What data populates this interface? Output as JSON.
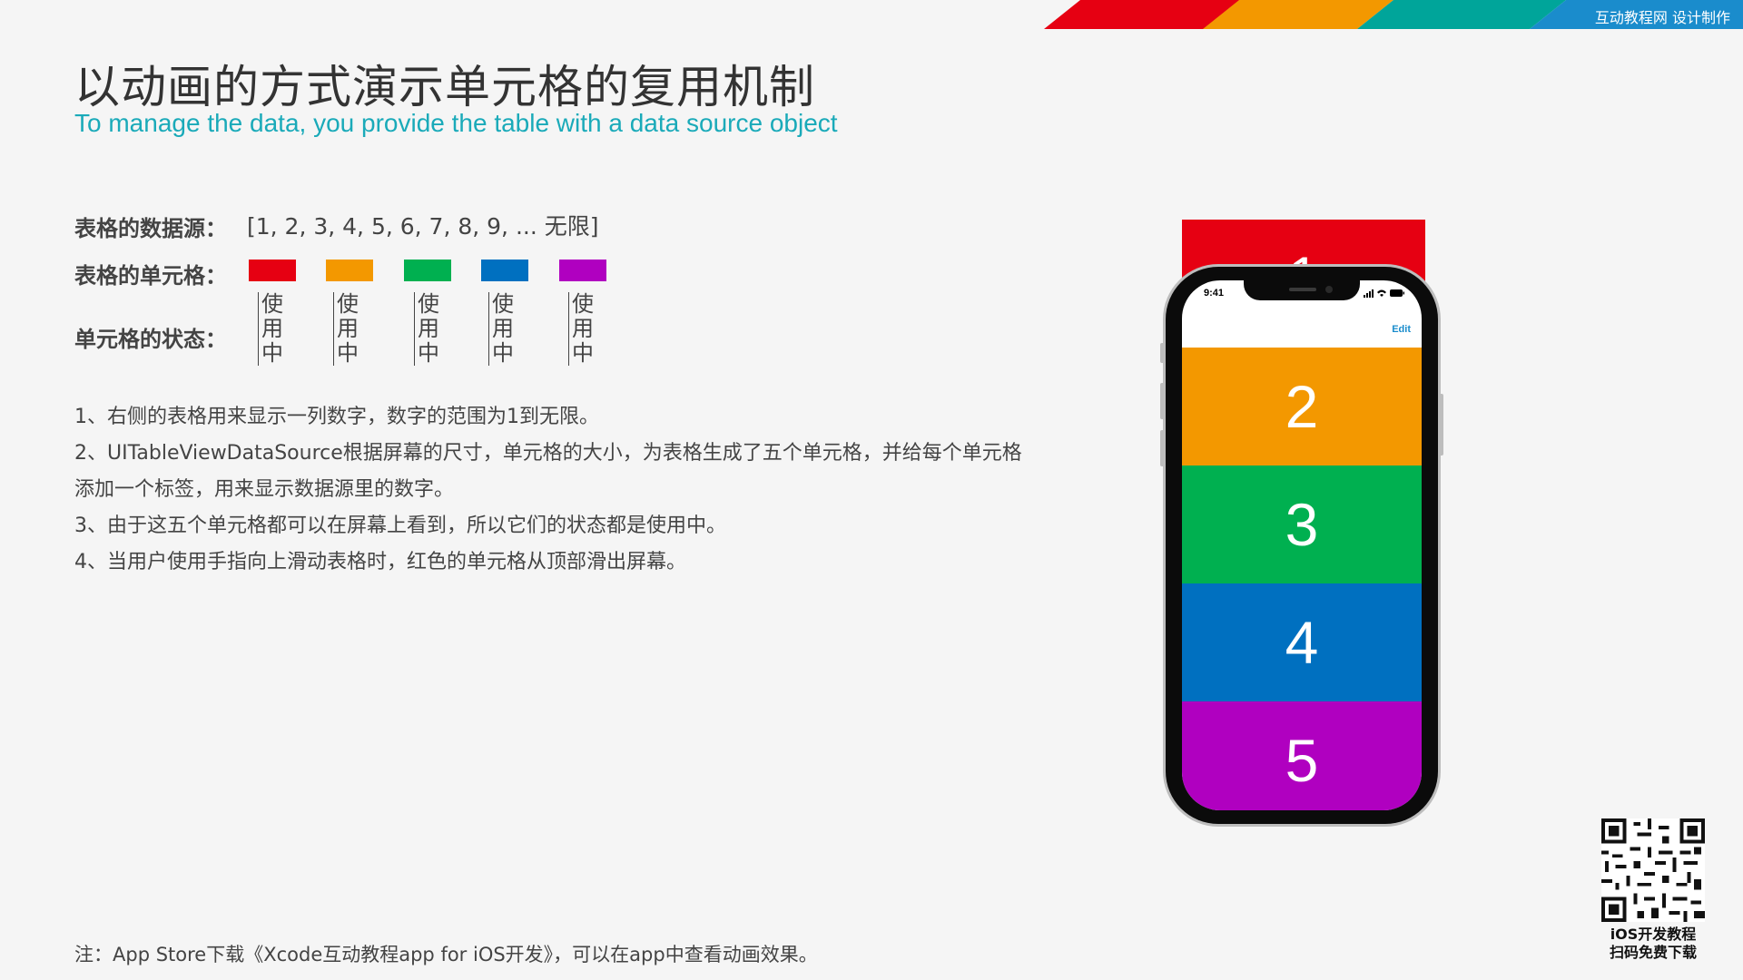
{
  "header": {
    "brand_label": "互动教程网 设计制作",
    "stripe_colors": [
      "#e60012",
      "#f39800",
      "#00a59a",
      "#1a8ccc"
    ]
  },
  "title": "以动画的方式演示单元格的复用机制",
  "subtitle": "To manage the data, you provide the table with a data source object",
  "datasource": {
    "label": "表格的数据源：",
    "values": "[1, 2, 3, 4, 5, 6, 7, 8, 9, ... 无限]"
  },
  "cells_row": {
    "label": "表格的单元格：",
    "colors": [
      "#e60012",
      "#f39800",
      "#00b050",
      "#0070c0",
      "#b000c0"
    ]
  },
  "status_row": {
    "label": "单元格的状态：",
    "statuses": [
      [
        "使",
        "用",
        "中"
      ],
      [
        "使",
        "用",
        "中"
      ],
      [
        "使",
        "用",
        "中"
      ],
      [
        "使",
        "用",
        "中"
      ],
      [
        "使",
        "用",
        "中"
      ]
    ]
  },
  "notes": [
    "1、右侧的表格用来显示一列数字，数字的范围为1到无限。",
    "2、UITableViewDataSource根据屏幕的尺寸，单元格的大小，为表格生成了五个单元格，并给每个单元格",
    "添加一个标签，用来显示数据源里的数字。",
    "3、由于这五个单元格都可以在屏幕上看到，所以它们的状态都是使用中。",
    "4、当用户使用手指向上滑动表格时，红色的单元格从顶部滑出屏幕。"
  ],
  "phone": {
    "status_time": "9:41",
    "edit_label": "Edit",
    "offscreen_cell": {
      "number": "1",
      "color": "#e60012"
    },
    "cells": [
      {
        "number": "2",
        "color": "#f39800"
      },
      {
        "number": "3",
        "color": "#00b050"
      },
      {
        "number": "4",
        "color": "#0070c0"
      },
      {
        "number": "5",
        "color": "#b000c0"
      }
    ]
  },
  "footer_note": "注：App Store下载《Xcode互动教程app for iOS开发》，可以在app中查看动画效果。",
  "qr": {
    "caption_line1": "iOS开发教程",
    "caption_line2": "扫码免费下载"
  }
}
